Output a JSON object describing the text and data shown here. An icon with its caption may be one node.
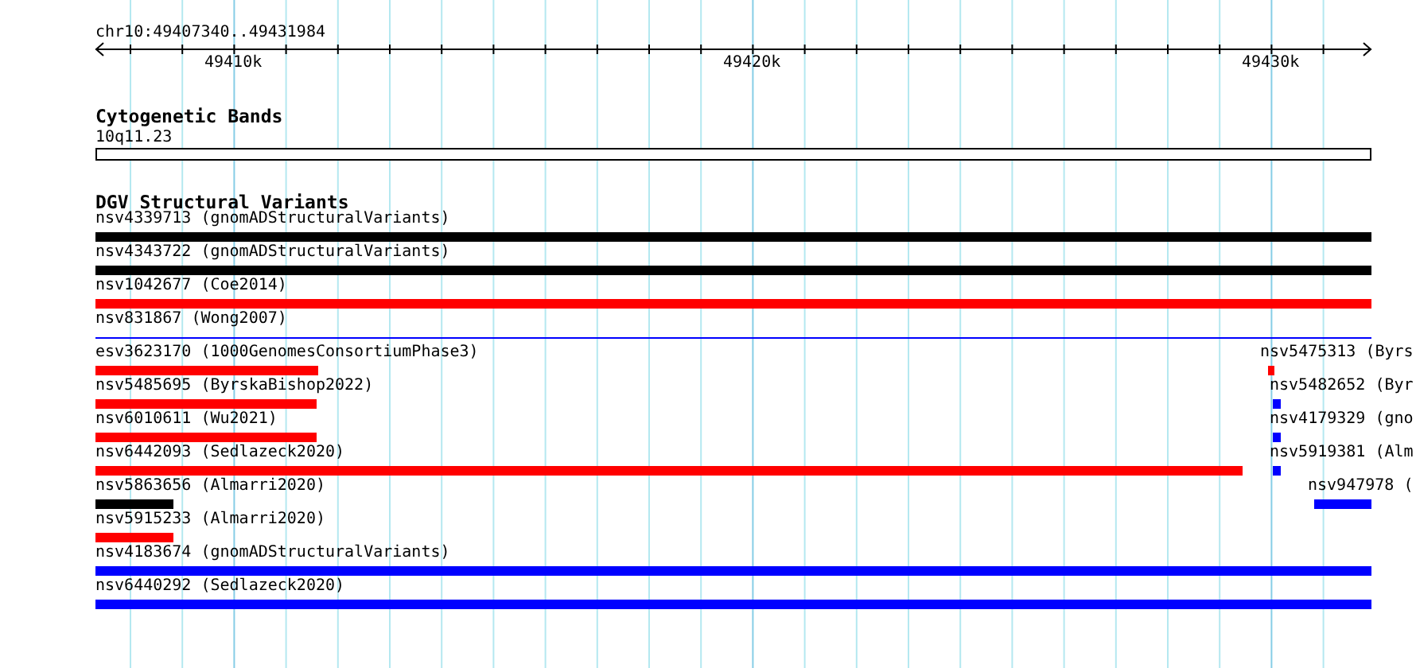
{
  "diagram": {
    "nodes": [
      {
        "text": [
          "Cytogenetic Bands"
        ]
      },
      {
        "text": [
          "10q11.23"
        ],
        "in": 0
      },
      {
        "text": [
          "DGV Structural Variants"
        ]
      },
      {
        "text": [
          "nsv4339713 (gnomADStructuralVariants)"
        ],
        "in": 2
      },
      {
        "text": [
          "nsv4343722 (gnomADStructuralVariants)"
        ],
        "in": 2
      },
      {
        "text": [
          "nsv1042677 (Coe2014)"
        ],
        "in": 2
      },
      {
        "text": [
          "nsv831867 (Wong2007)"
        ],
        "in": 2
      },
      {
        "text": [
          "esv3623170 (1000GenomesConsortiumPhase3)"
        ],
        "in": 2
      },
      {
        "text": [
          "nsv5475313 (Byrs"
        ],
        "in": 2
      },
      {
        "text": [
          "nsv5485695 (ByrskaBishop2022)"
        ],
        "in": 2
      },
      {
        "text": [
          "nsv5482652 (Byr"
        ],
        "in": 2
      },
      {
        "text": [
          "nsv6010611 (Wu2021)"
        ],
        "in": 2
      },
      {
        "text": [
          "nsv4179329 (gno"
        ],
        "in": 2
      },
      {
        "text": [
          "nsv6442093 (Sedlazeck2020)"
        ],
        "in": 2
      },
      {
        "text": [
          "nsv5919381 (Alm"
        ],
        "in": 2
      },
      {
        "text": [
          "nsv5863656 (Almarri2020)"
        ],
        "in": 2
      },
      {
        "text": [
          "nsv947978 ("
        ],
        "in": 2
      },
      {
        "text": [
          "nsv5915233 (Almarri2020)"
        ],
        "in": 2
      },
      {
        "text": [
          "nsv4183674 (gnomADStructuralVariants)"
        ],
        "in": 2
      },
      {
        "text": [
          "nsv6440292 (Sedlazeck2020)"
        ],
        "in": 2
      }
    ],
    "labels": [
      "chr10:49407340..49431984",
      "49410k",
      "49420k",
      "49430k"
    ]
  }
}
